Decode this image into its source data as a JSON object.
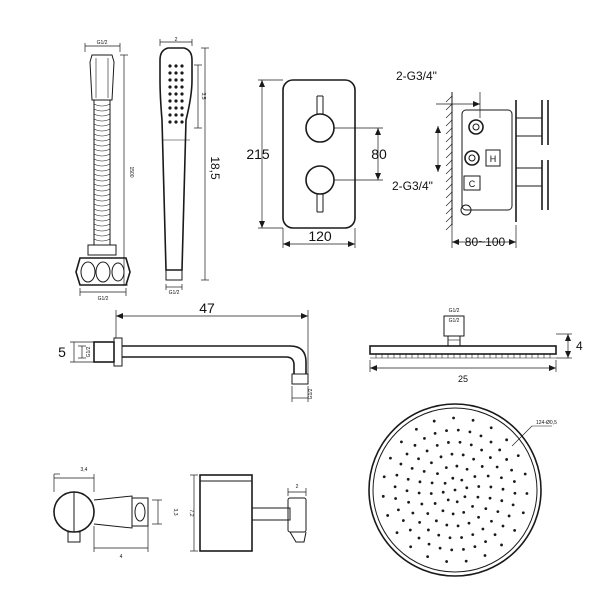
{
  "hose": {
    "top_dim": "G1/2",
    "length_dim": "1500",
    "bottom_dim": "G1/2"
  },
  "handset": {
    "top_dim": "2",
    "bottom_dim": "G1/2",
    "side_dim": "18,5",
    "small_dim": "3,5"
  },
  "valve_front": {
    "height_dim": "215",
    "spacing_dim": "80",
    "width_dim": "120"
  },
  "valve_side": {
    "top_conn": "2-G3/4\"",
    "bottom_conn": "2-G3/4\"",
    "depth_dim": "80~100",
    "hot_mark": "H",
    "cold_mark": "C"
  },
  "arm": {
    "length_dim": "47",
    "height_dim": "5",
    "thread_left": "G1/2",
    "thread_bottom": "G1/2"
  },
  "head_side": {
    "top_small": "G1/2",
    "top_small2": "G1/2",
    "height_dim": "4",
    "width_dim": "25"
  },
  "holder_front": {
    "top_dim": "3,4",
    "bottom_dim": "4",
    "right_dim": "3,3"
  },
  "holder_side": {
    "height_dim": "7,2",
    "top_dim": "2"
  },
  "head_top": {
    "note": "124-Ø0,5"
  }
}
